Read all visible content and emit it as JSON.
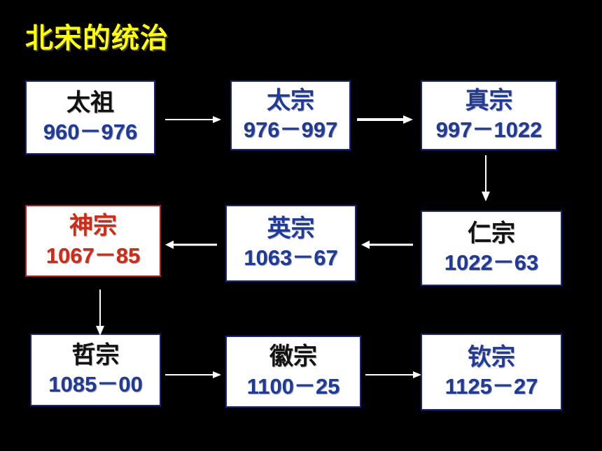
{
  "title": "北宋的统治",
  "colors": {
    "title": "#ffff00",
    "blue": "#1f3b9a",
    "black": "#111111",
    "red": "#d42a14"
  },
  "emperors": [
    {
      "id": "taizu",
      "name": "太祖",
      "years": "960－976",
      "name_color": "#111111",
      "years_color": "#1f3b9a"
    },
    {
      "id": "taizong",
      "name": "太宗",
      "years": "976－997",
      "name_color": "#1f3b9a",
      "years_color": "#1f3b9a"
    },
    {
      "id": "zhenzong",
      "name": "真宗",
      "years": "997－1022",
      "name_color": "#1f3b9a",
      "years_color": "#1f3b9a"
    },
    {
      "id": "renzong",
      "name": "仁宗",
      "years": "1022－63",
      "name_color": "#111111",
      "years_color": "#1f3b9a"
    },
    {
      "id": "yingzong",
      "name": "英宗",
      "years": "1063－67",
      "name_color": "#1f3b9a",
      "years_color": "#1f3b9a"
    },
    {
      "id": "shenzong",
      "name": "神宗",
      "years": "1067－85",
      "name_color": "#d42a14",
      "years_color": "#d42a14"
    },
    {
      "id": "zhezong",
      "name": "哲宗",
      "years": "1085－00",
      "name_color": "#111111",
      "years_color": "#1f3b9a"
    },
    {
      "id": "huizong",
      "name": "徽宗",
      "years": "1100－25",
      "name_color": "#111111",
      "years_color": "#1f3b9a"
    },
    {
      "id": "qinzong",
      "name": "钦宗",
      "years": "1125－27",
      "name_color": "#1f3b9a",
      "years_color": "#1f3b9a"
    }
  ]
}
